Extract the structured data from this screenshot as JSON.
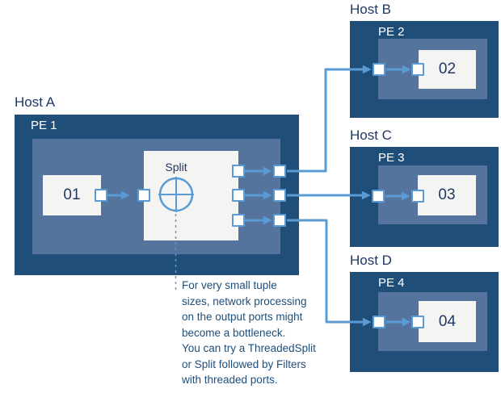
{
  "colors": {
    "host_box": "#1F4E79",
    "pe_inner_box": "#54749E",
    "operator_box": "#F4F4F2",
    "accent_blue": "#5B9BD5",
    "host_label_text": "#1F3864",
    "pe_label_text": "#FFFFFF",
    "annotation_text": "#1F4E79"
  },
  "hosts": [
    {
      "label": "Host A",
      "pe_label": "PE 1",
      "operators": [
        {
          "label": "01"
        },
        {
          "label": "Split",
          "icon": "split-circle-plus-icon"
        }
      ]
    },
    {
      "label": "Host B",
      "pe_label": "PE 2",
      "operator_label": "02"
    },
    {
      "label": "Host C",
      "pe_label": "PE 3",
      "operator_label": "03"
    },
    {
      "label": "Host D",
      "pe_label": "PE 4",
      "operator_label": "04"
    }
  ],
  "annotation": {
    "lines": [
      "For very small tuple",
      "sizes, network processing",
      "on the output ports might",
      "become a bottleneck.",
      "You can try a ThreadedSplit",
      "or Split followed by Filters",
      "with threaded ports."
    ]
  }
}
